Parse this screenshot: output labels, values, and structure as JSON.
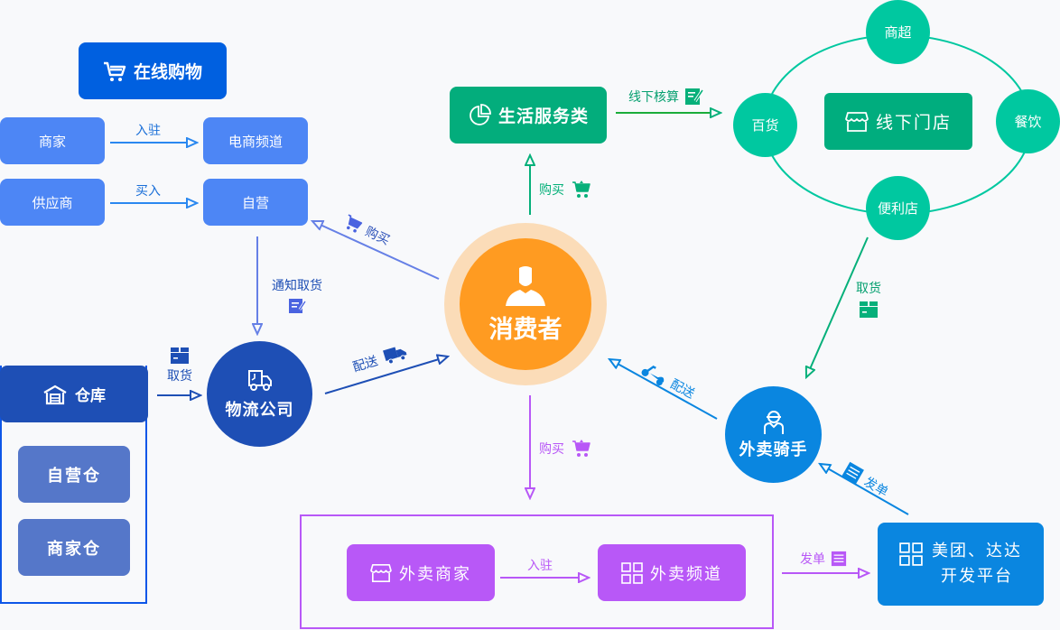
{
  "colors": {
    "online_dark": "#0060e0",
    "online_box": "#4d86f5",
    "online_arrow": "#2a88f0",
    "logistics": "#1e4fb5",
    "warehouse_item": "#5577c9",
    "life_service": "#03ad7c",
    "offline": "#00c8a0",
    "offline_center": "#00ad7e",
    "consumer": "#ff9b21",
    "consumer_halo": "#fbdcb8",
    "rider": "#0a86e0",
    "platform": "#0a86e0",
    "takeout": "#b858f7",
    "purchase_arrow": "#6680e6"
  },
  "online": {
    "title": "在线购物",
    "icon": "cart-icon",
    "merchant": "商家",
    "settle_label": "入驻",
    "ecommerce_channel": "电商频道",
    "supplier": "供应商",
    "buy_in_label": "买入",
    "self_operated": "自营"
  },
  "logistics": {
    "notify_label": "通知取货",
    "notify_icon": "edit-doc-icon",
    "company": "物流公司",
    "company_icon": "truck-icon",
    "pickup_label": "取货",
    "pickup_icon": "package-icon",
    "deliver_label": "配送",
    "deliver_icon": "truck-icon"
  },
  "warehouse": {
    "title": "仓库",
    "icon": "warehouse-icon",
    "items": [
      "自营仓",
      "商家仓"
    ]
  },
  "consumer": {
    "label": "消费者",
    "icon": "user-icon",
    "buy_online_label": "购买",
    "buy_life_label": "购买",
    "buy_takeout_label": "购买"
  },
  "life_service": {
    "title": "生活服务类",
    "icon": "pie-chart-icon",
    "settle_label": "线下核算",
    "settle_icon": "edit-doc-icon"
  },
  "offline": {
    "center": "线下门店",
    "center_icon": "store-icon",
    "nodes": [
      "商超",
      "餐饮",
      "便利店",
      "百货"
    ],
    "pickup_label": "取货",
    "pickup_icon": "package-icon"
  },
  "rider": {
    "label": "外卖骑手",
    "icon": "rider-icon",
    "deliver_label": "配送",
    "deliver_icon": "scooter-icon",
    "dispatch_label": "发单",
    "dispatch_icon": "list-icon"
  },
  "takeout": {
    "merchant": "外卖商家",
    "merchant_icon": "store-icon",
    "settle_label": "入驻",
    "channel": "外卖频道",
    "channel_icon": "grid-icon",
    "dispatch_label": "发单",
    "dispatch_icon": "list-icon"
  },
  "platform": {
    "line1": "美团、达达",
    "line2": "开发平台",
    "icon": "grid-icon"
  }
}
